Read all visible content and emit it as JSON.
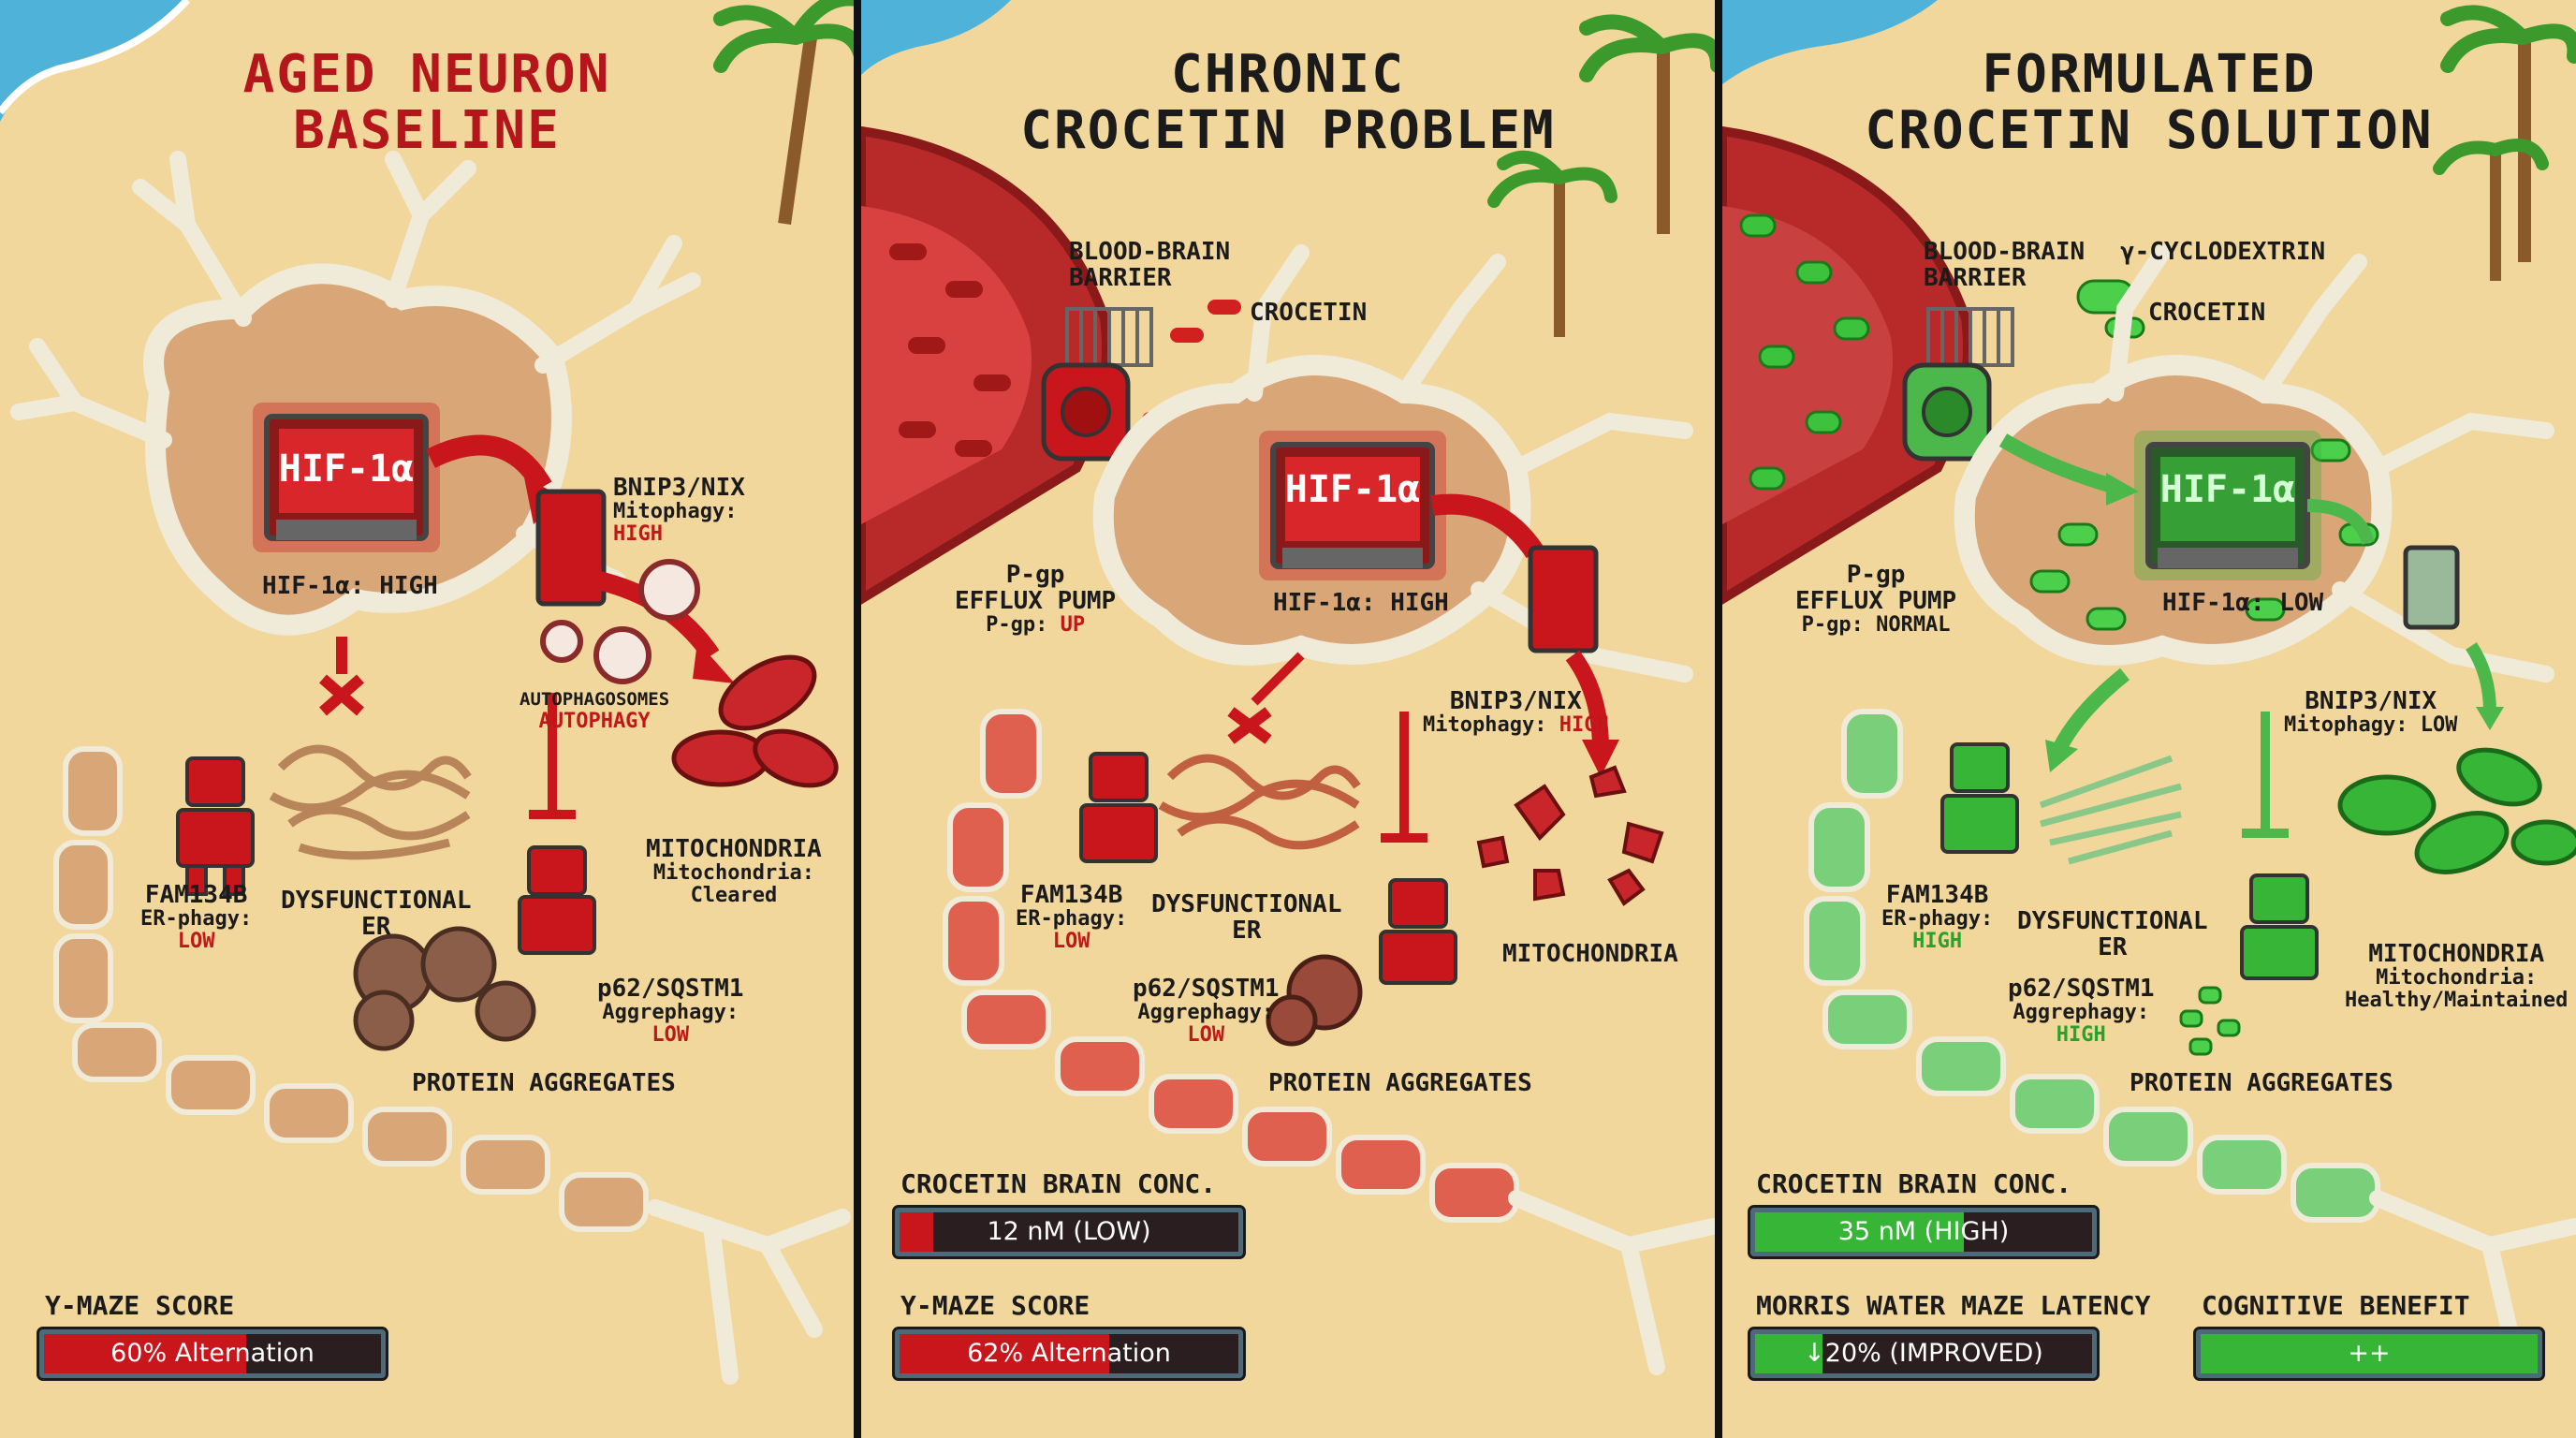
{
  "panels": [
    {
      "title_line1": "AGED NEURON",
      "title_line2": "BASELINE",
      "monitor": "HIF-1α",
      "hif_status": "HIF-1α: HIGH",
      "bnip3": {
        "name": "BNIP3/NIX",
        "sub": "Mitophagy:",
        "value": "HIGH"
      },
      "autophagosomes": {
        "name": "AUTOPHAGOSOMES",
        "value": "AUTOPHAGY"
      },
      "mitochondria": {
        "name": "MITOCHONDRIA",
        "sub1": "Mitochondria:",
        "sub2": "Cleared"
      },
      "fam134b": {
        "name": "FAM134B",
        "sub": "ER-phagy:",
        "value": "LOW"
      },
      "er": {
        "line1": "DYSFUNCTIONAL",
        "line2": "ER"
      },
      "p62": {
        "name": "p62/SQSTM1",
        "sub": "Aggrephagy:",
        "value": "LOW"
      },
      "aggregates": "PROTEIN AGGREGATES",
      "bars": [
        {
          "label": "Y-MAZE SCORE",
          "text": "60% Alternation",
          "level": 0.6,
          "color": "#c8161c"
        }
      ]
    },
    {
      "title_line1": "CHRONIC",
      "title_line2": "CROCETIN PROBLEM",
      "bbb": {
        "line1": "BLOOD-BRAIN",
        "line2": "BARRIER"
      },
      "crocetin": "CROCETIN",
      "pgp": {
        "line1": "P-gp",
        "line2": "EFFLUX PUMP",
        "sub": "P-gp:",
        "value": "UP"
      },
      "monitor": "HIF-1α",
      "hif_status": "HIF-1α: HIGH",
      "bnip3": {
        "name": "BNIP3/NIX",
        "sub": "Mitophagy:",
        "value": "HIGH"
      },
      "mitochondria": {
        "name": "MITOCHONDRIA"
      },
      "fam134b": {
        "name": "FAM134B",
        "sub": "ER-phagy:",
        "value": "LOW"
      },
      "er": {
        "line1": "DYSFUNCTIONAL",
        "line2": "ER"
      },
      "p62": {
        "name": "p62/SQSTM1",
        "sub": "Aggrephagy:",
        "value": "LOW"
      },
      "aggregates": "PROTEIN AGGREGATES",
      "bars": [
        {
          "label": "CROCETIN BRAIN CONC.",
          "text": "12 nM (LOW)",
          "level": 0.1,
          "color": "#c8161c"
        },
        {
          "label": "Y-MAZE SCORE",
          "text": "62% Alternation",
          "level": 0.62,
          "color": "#c8161c"
        }
      ]
    },
    {
      "title_line1": "FORMULATED",
      "title_line2": "CROCETIN SOLUTION",
      "bbb": {
        "line1": "BLOOD-BRAIN",
        "line2": "BARRIER"
      },
      "cyclodextrin": "γ-CYCLODEXTRIN",
      "crocetin": "CROCETIN",
      "pgp": {
        "line1": "P-gp",
        "line2": "EFFLUX PUMP",
        "sub": "P-gp: NORMAL"
      },
      "monitor": "HIF-1α",
      "hif_status": "HIF-1α: LOW",
      "bnip3": {
        "name": "BNIP3/NIX",
        "sub": "Mitophagy: LOW"
      },
      "mitochondria": {
        "name": "MITOCHONDRIA",
        "sub1": "Mitochondria:",
        "sub2": "Healthy/Maintained"
      },
      "fam134b": {
        "name": "FAM134B",
        "sub": "ER-phagy:",
        "value": "HIGH"
      },
      "er": {
        "line1": "DYSFUNCTIONAL",
        "line2": "ER"
      },
      "p62": {
        "name": "p62/SQSTM1",
        "sub": "Aggrephagy:",
        "value": "HIGH"
      },
      "aggregates": "PROTEIN AGGREGATES",
      "bars": [
        {
          "label": "CROCETIN BRAIN CONC.",
          "text": "35 nM (HIGH)",
          "level": 0.62,
          "color": "#36b536"
        },
        {
          "label": "MORRIS WATER MAZE LATENCY",
          "text": "↓20% (IMPROVED)",
          "level": 0.2,
          "color": "#36b536"
        },
        {
          "label": "COGNITIVE BENEFIT",
          "text": "++",
          "level": 1.0,
          "color": "#36b536"
        }
      ]
    }
  ],
  "colors": {
    "sand": "#f2d79c",
    "sea": "#4fb3d9",
    "problem_red": "#c8161c",
    "solution_green": "#36b536",
    "title_red": "#b5161c",
    "title_dark": "#1b1b1b"
  }
}
